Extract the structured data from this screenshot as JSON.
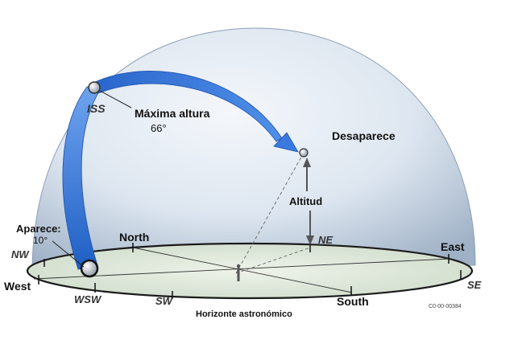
{
  "diagram": {
    "satellite_label": "ISS",
    "max_altitude_label": "Máxima altura",
    "max_altitude_value": "66°",
    "appears_label": "Aparece:",
    "appears_value": "10°",
    "disappears_label": "Desaparece",
    "altitude_label": "Altitud",
    "horizon_label": "Horizonte astronómico",
    "credit": "C0-00-00384",
    "directions": {
      "north": "North",
      "south": "South",
      "east": "East",
      "west": "West",
      "nw": "NW",
      "ne": "NE",
      "se": "SE",
      "sw": "SW",
      "wsw": "WSW"
    },
    "colors": {
      "dome": "#c8d6e6",
      "horizon_plane": "#dfe8dc",
      "trajectory": "#2f6fd4"
    }
  }
}
